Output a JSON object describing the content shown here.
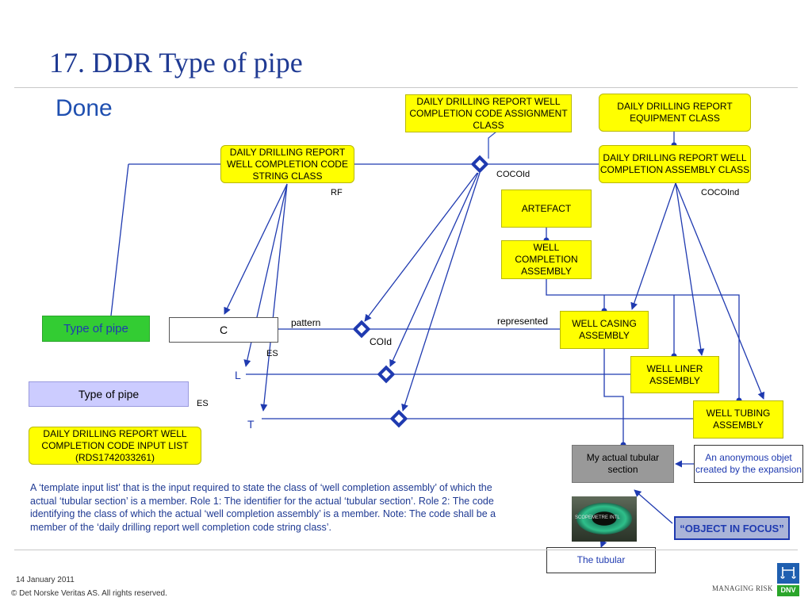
{
  "slide": {
    "title": "17. DDR Type of pipe",
    "subtitle": "Done",
    "description": "A ‘template input list’ that is the input required to state the class of ‘well completion assembly’ of which the actual  ‘tubular section’ is a member. Role 1: The identifier for the actual ‘tubular section’. Role 2: The code identifying the class of which the actual ‘well completion assembly’ is a member. Note: The code shall be a member of the ‘daily drilling report well completion code string class’."
  },
  "boxes": {
    "coco_assignment": "DAILY DRILLING REPORT WELL COMPLETION CODE ASSIGNMENT CLASS",
    "equipment_class": "DAILY DRILLING REPORT EQUIPMENT CLASS",
    "code_string_class": "DAILY DRILLING REPORT WELL COMPLETION CODE STRING CLASS",
    "assembly_class": "DAILY DRILLING REPORT WELL COMPLETION ASSEMBLY CLASS",
    "artefact": "ARTEFACT",
    "well_completion_assembly": "WELL COMPLETION ASSEMBLY",
    "well_casing_assembly": "WELL CASING ASSEMBLY",
    "well_liner_assembly": "WELL LINER ASSEMBLY",
    "well_tubing_assembly": "WELL TUBING ASSEMBLY",
    "type_of_pipe_green": "Type of pipe",
    "c_box": "C",
    "type_of_pipe_lavender": "Type of pipe",
    "input_list": "DAILY DRILLING REPORT WELL COMPLETION CODE INPUT LIST (RDS1742033261)",
    "my_actual_tubular": "My actual tubular section",
    "anonymous_object": "An anonymous objet created by the expansion",
    "object_in_focus": "“OBJECT IN FOCUS”",
    "the_tubular": "The tubular"
  },
  "labels": {
    "cocoid": "COCOId",
    "rf": "RF",
    "cocoind": "COCOInd",
    "pattern": "pattern",
    "represented": "represented",
    "coid": "COId",
    "es1": "ES",
    "es2": "ES",
    "l": "L",
    "t": "T",
    "pipe_photo_text": "SCOPEMETRE INTL"
  },
  "footer": {
    "date": "14 January 2011",
    "copyright": "© Det Norske Veritas AS. All rights reserved.",
    "managing_risk": "MANAGING RISK",
    "logo_text": "DNV"
  },
  "colors": {
    "title": "#1f3a93",
    "line": "#1f3ab0",
    "yellow": "#ffff00",
    "green": "#33cc33",
    "lavender": "#ccccff",
    "grey_box": "#999999"
  }
}
